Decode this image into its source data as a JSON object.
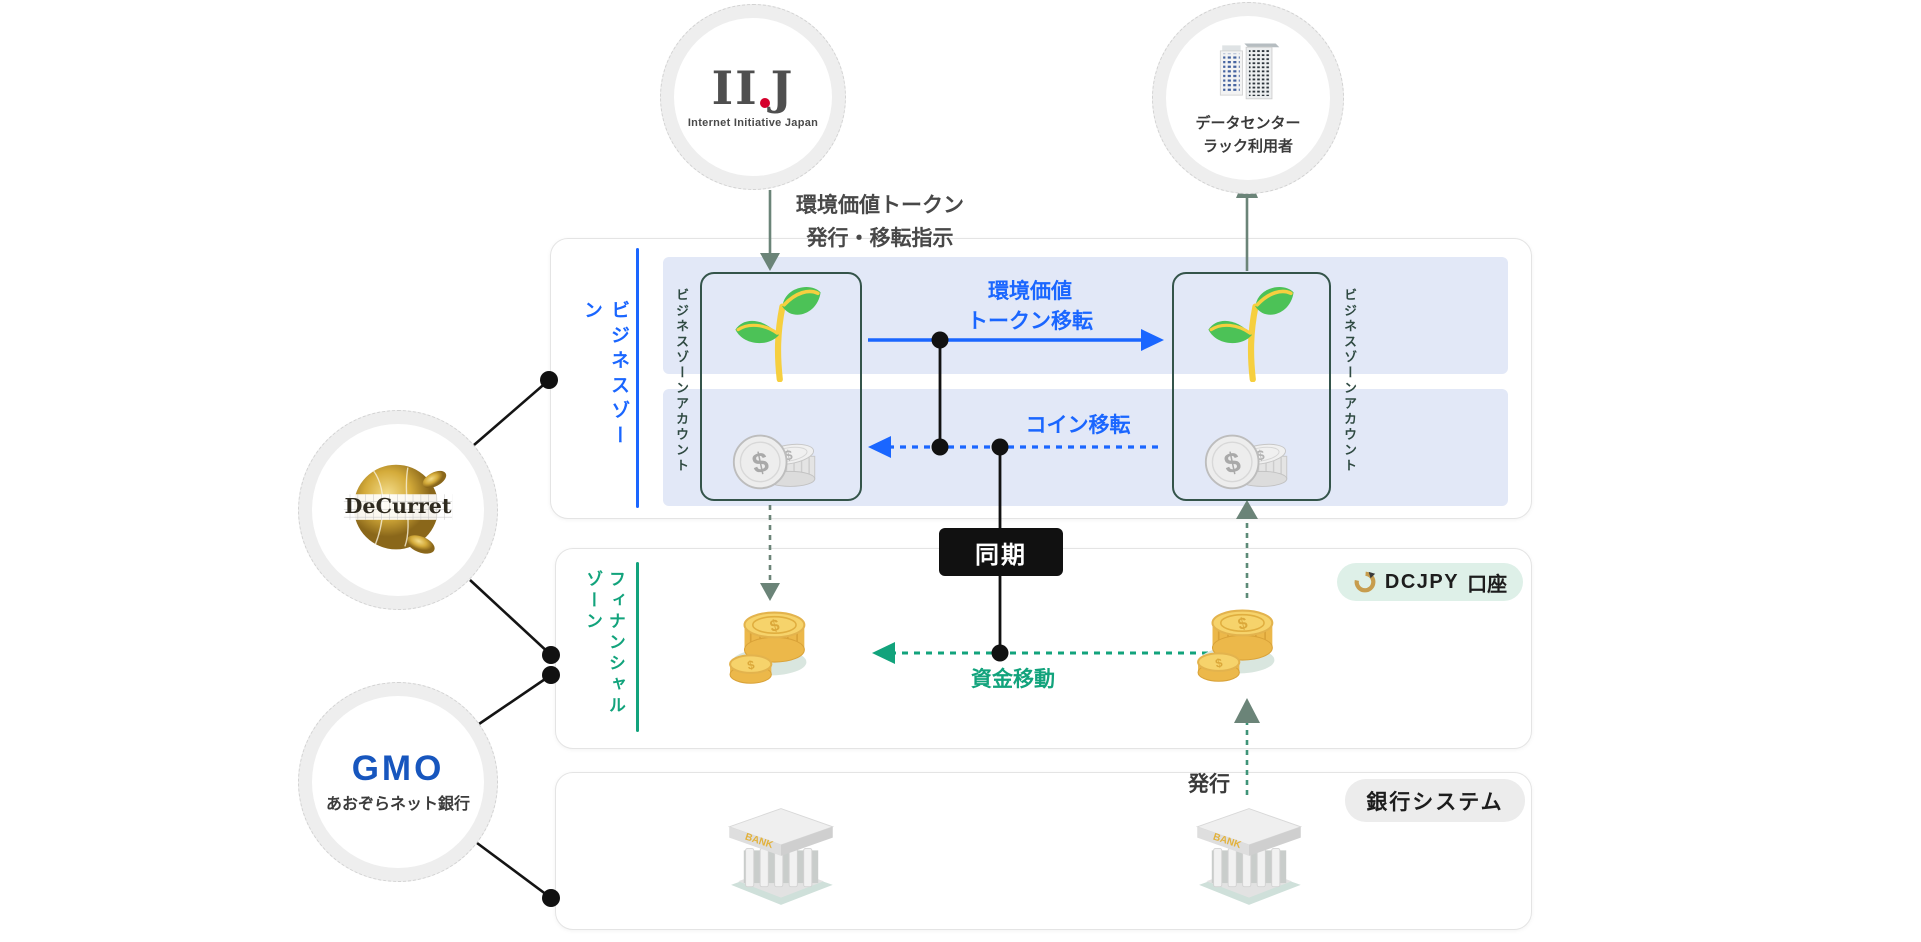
{
  "actors": {
    "iij": {
      "logo_l": "II",
      "logo_r": "J",
      "sub": "Internet Initiative Japan"
    },
    "datacenter": {
      "line1": "データセンター",
      "line2": "ラック利用者"
    },
    "decurret": {
      "logo": "DeCurret"
    },
    "gmo": {
      "logo": "GMO",
      "sub": "あおぞらネット銀行"
    }
  },
  "zones": {
    "business": {
      "label": "ビジネスゾーン",
      "left_account_label": "ビジネスゾーンアカウント",
      "right_account_label": "ビジネスゾーンアカウント"
    },
    "financial": {
      "label": "フィナンシャル\nゾーン",
      "dcjpy_badge": {
        "brand": "DCJPY",
        "suffix": "口座"
      }
    },
    "bank": {
      "system_badge": "銀行システム",
      "issue_label": "発行",
      "bank_sign": "BANK"
    }
  },
  "flows": {
    "issue_instruction_line1": "環境価値トークン",
    "issue_instruction_line2": "発行・移転指示",
    "token_transfer_line1": "環境価値",
    "token_transfer_line2": "トークン移転",
    "coin_transfer": "コイン移転",
    "sync": "同期",
    "fund_transfer": "資金移動"
  },
  "icon_glyphs": {
    "coin_symbol": "$"
  },
  "colors": {
    "accent_blue": "#1a66ff",
    "accent_teal": "#12a37c",
    "band_lavender": "#e2e8f7",
    "arrow_graygreen": "#6b8478",
    "sync_bg": "#111111",
    "dcjpy_badge_bg": "#def0e8",
    "bank_badge_bg": "#ececec",
    "decurret_gold": "#c9a227",
    "gmo_blue": "#1756be",
    "iij_red": "#d5002c",
    "account_border": "#34544a"
  }
}
